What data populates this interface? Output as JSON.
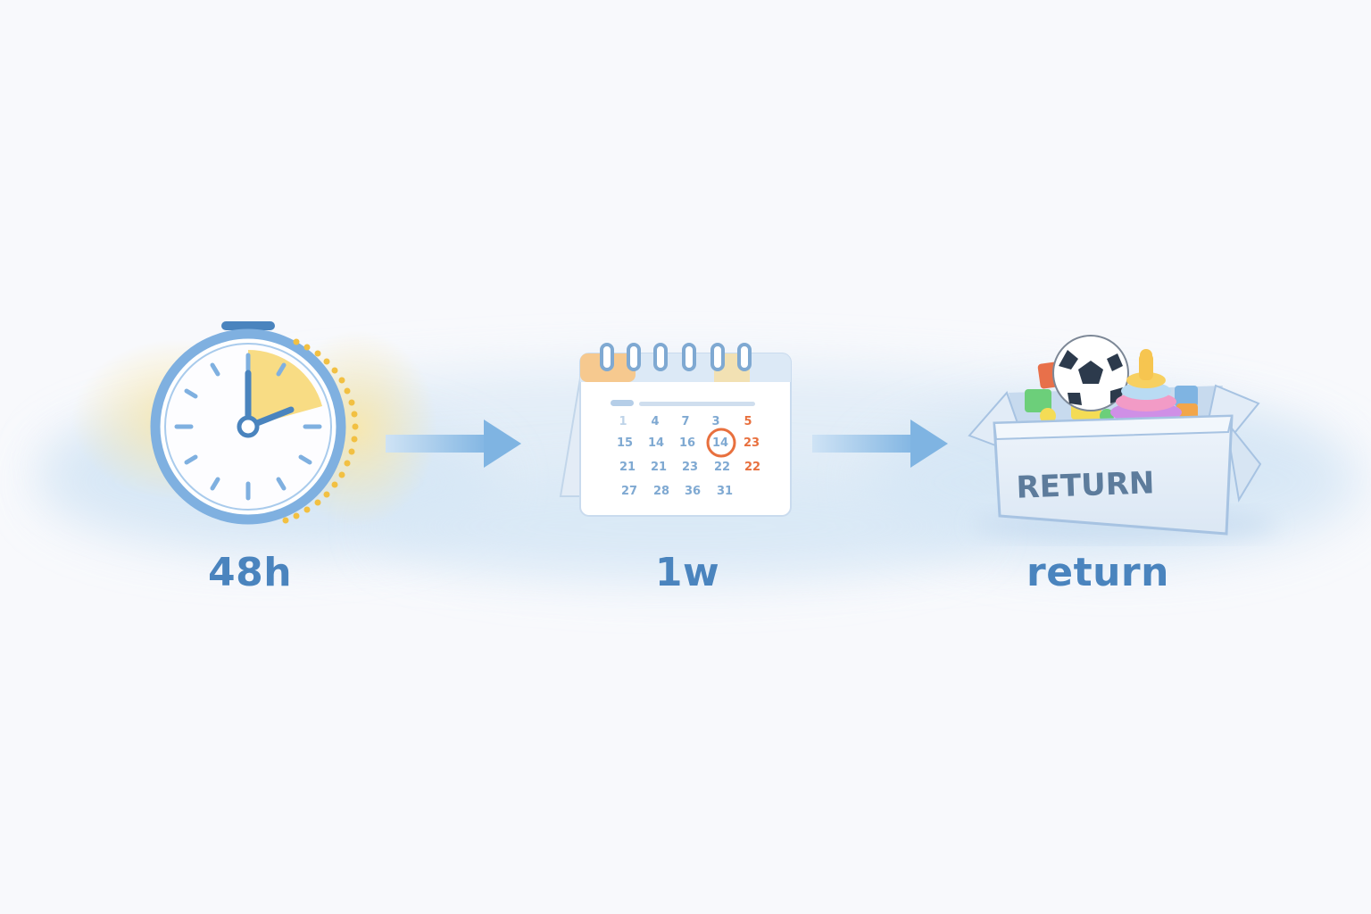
{
  "steps": [
    {
      "label": "48h",
      "icon": "stopwatch-icon"
    },
    {
      "label": "1w",
      "icon": "calendar-icon"
    },
    {
      "label": "return",
      "icon": "toy-box-icon"
    }
  ],
  "calendar": {
    "rows": [
      [
        "1",
        "4",
        "7",
        "3",
        "5"
      ],
      [
        "15",
        "14",
        "16",
        "14",
        "23"
      ],
      [
        "21",
        "21",
        "23",
        "22",
        "22"
      ],
      [
        "27",
        "28",
        "36",
        "31",
        ""
      ]
    ],
    "highlighted": "14"
  },
  "box": {
    "text": "RETURN"
  },
  "colors": {
    "primary": "#4a84be",
    "clock_face": "#7fb0e0",
    "wedge": "#f7d877",
    "dots": "#f2c042",
    "arrow": "#8dbde6",
    "calendar_red": "#e8703e",
    "wash": "#d8e8f6"
  }
}
